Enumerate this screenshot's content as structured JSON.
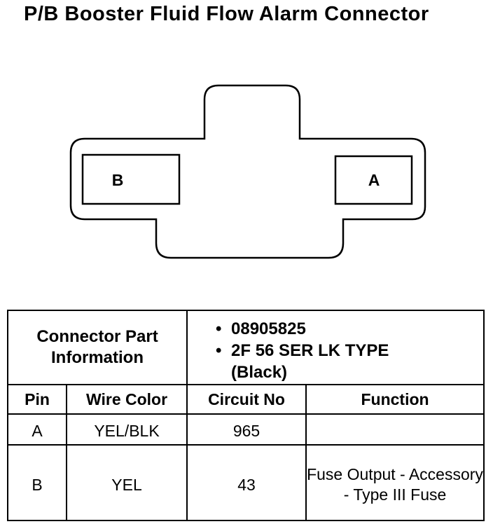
{
  "title": "P/B Booster Fluid Flow Alarm Connector",
  "connector": {
    "pins": [
      {
        "label": "B"
      },
      {
        "label": "A"
      }
    ]
  },
  "part_info": {
    "label": "Connector Part Information",
    "part_number": "08905825",
    "type": "2F 56 SER LK TYPE",
    "color": "(Black)"
  },
  "table": {
    "headers": [
      "Pin",
      "Wire Color",
      "Circuit No",
      "Function"
    ],
    "rows": [
      {
        "pin": "A",
        "wire_color": "YEL/BLK",
        "circuit": "965",
        "function": ""
      },
      {
        "pin": "B",
        "wire_color": "YEL",
        "circuit": "43",
        "function": "Fuse Output - Accessory - Type III Fuse"
      }
    ]
  }
}
